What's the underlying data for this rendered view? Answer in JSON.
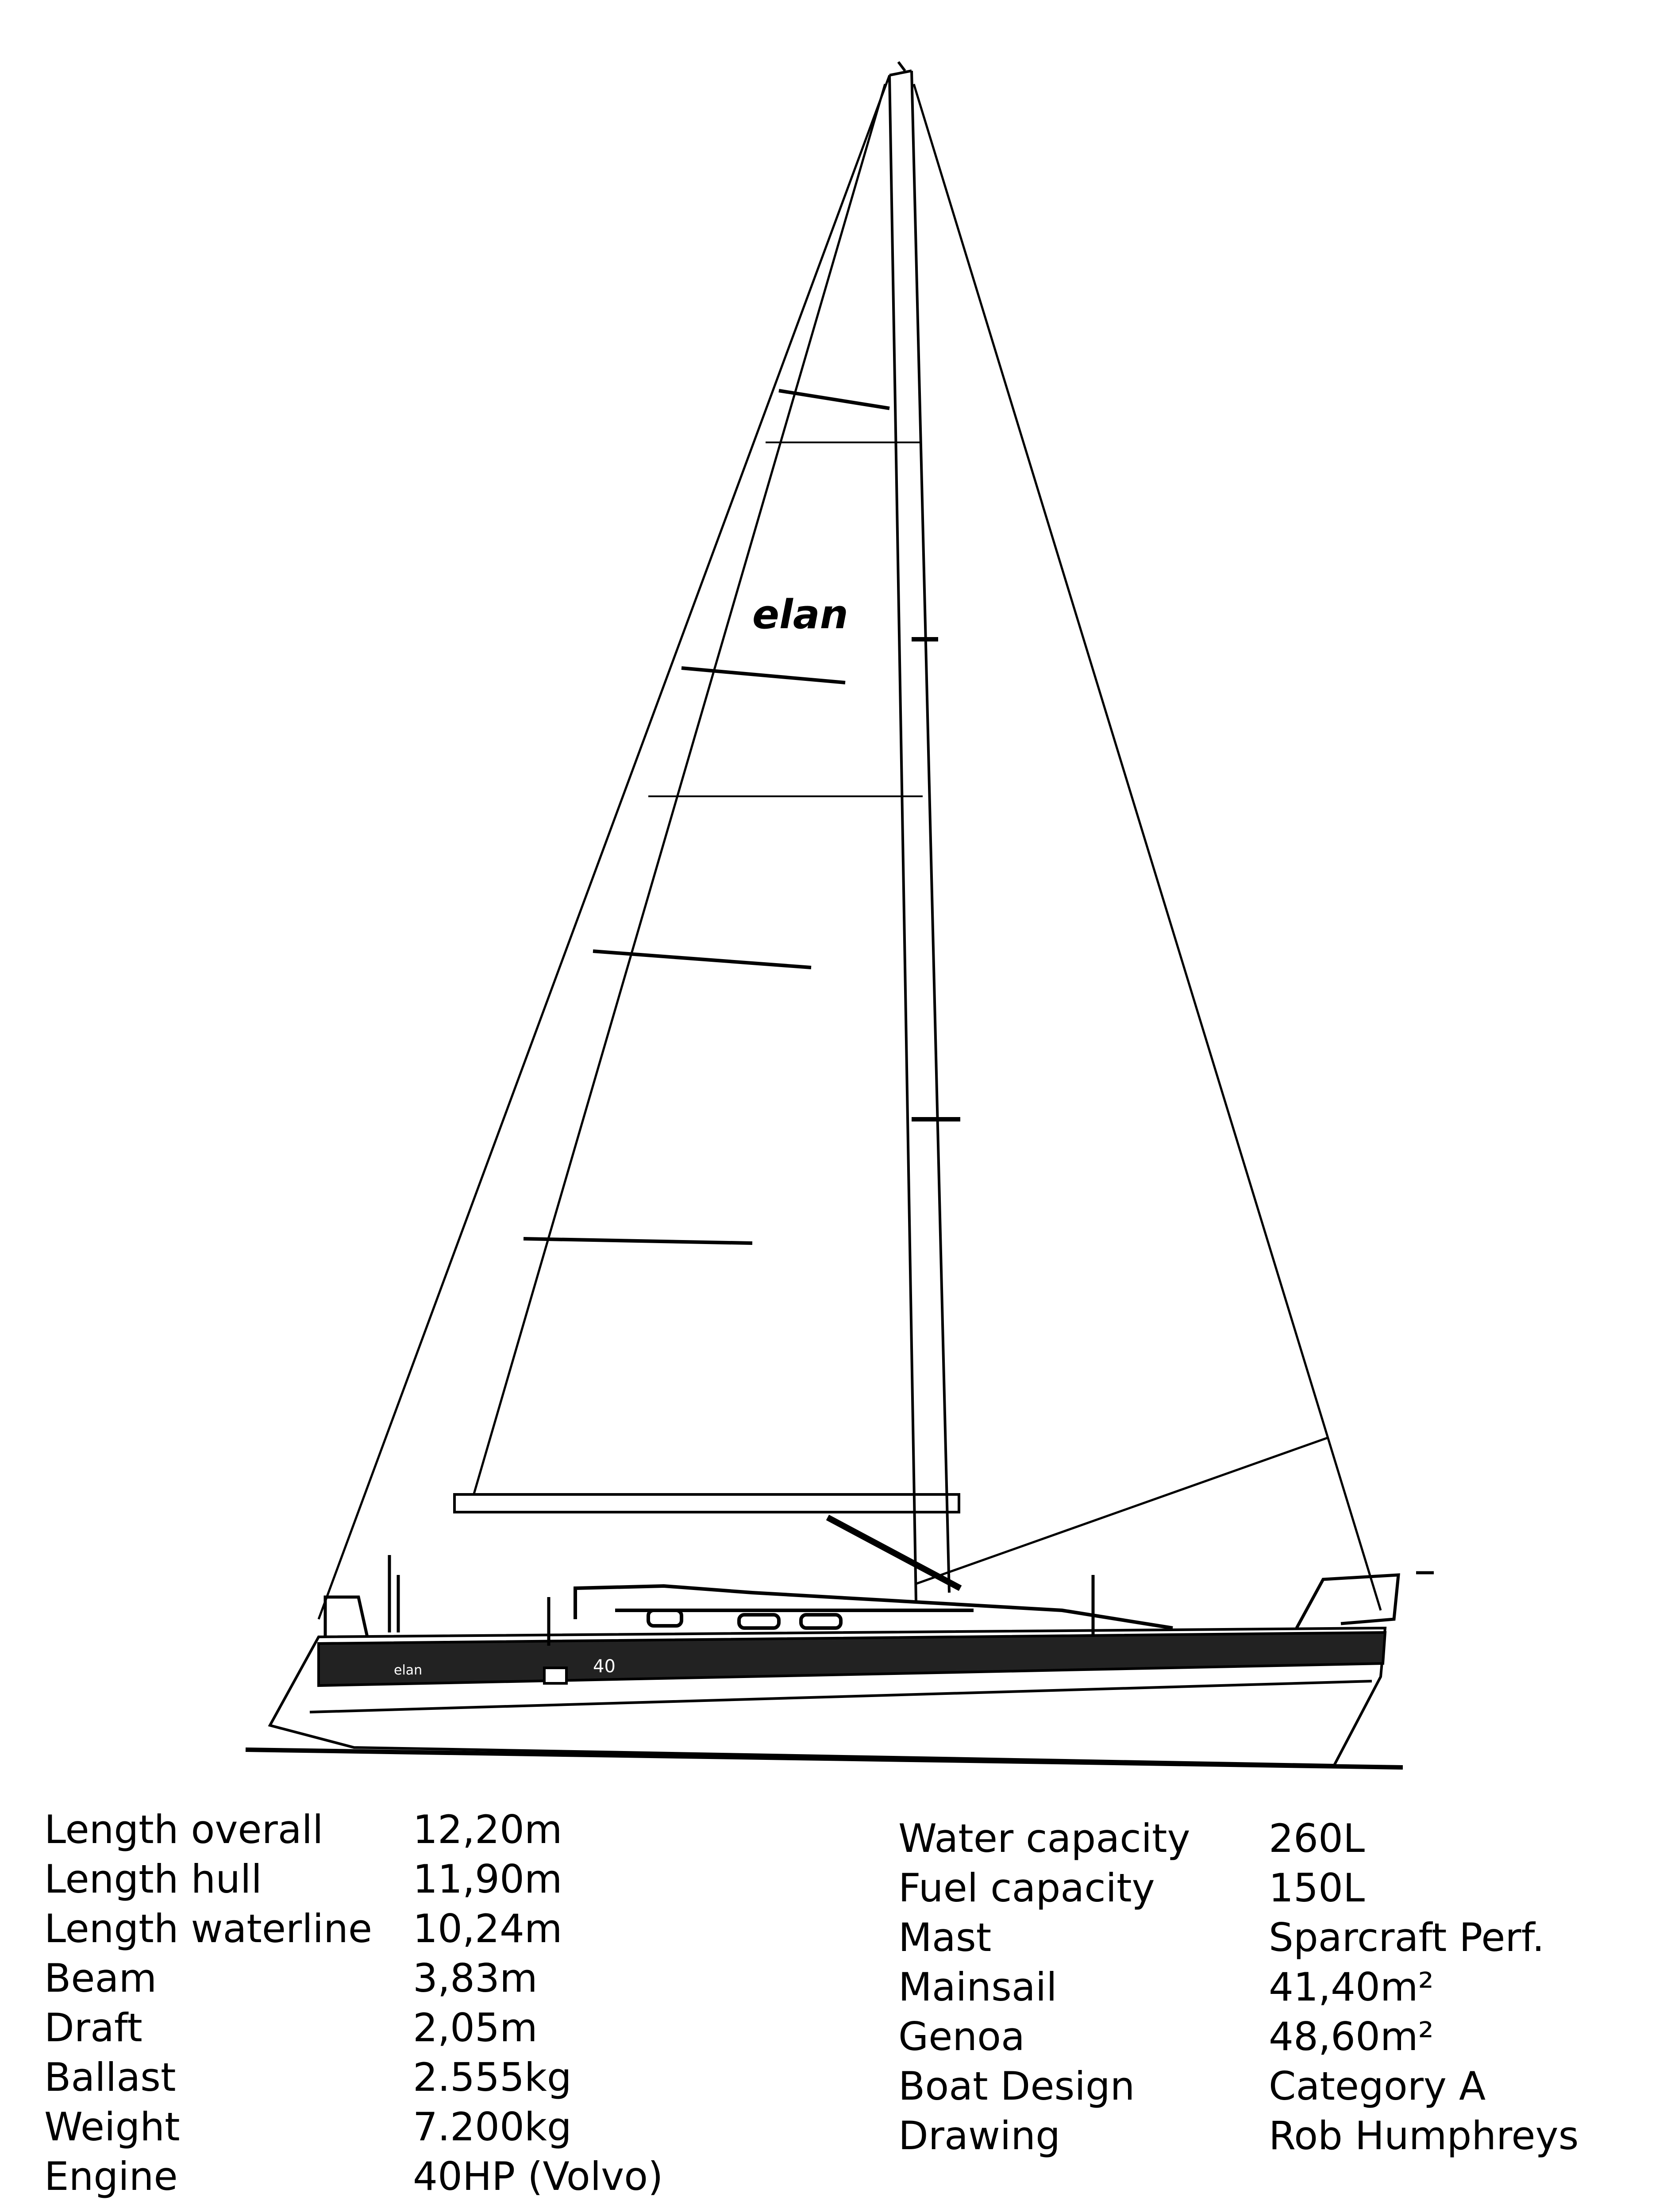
{
  "drawing": {
    "sail_logo": "elan",
    "hull_logo": "elan",
    "hull_model": "40",
    "line_color": "#000000",
    "background": "#ffffff"
  },
  "specs_left": [
    {
      "label": "Length overall",
      "value": "12,20m"
    },
    {
      "label": "Length hull",
      "value": "11,90m"
    },
    {
      "label": "Length waterline",
      "value": "10,24m"
    },
    {
      "label": "Beam",
      "value": "3,83m"
    },
    {
      "label": "Draft",
      "value": "2,05m"
    },
    {
      "label": "Ballast",
      "value": "2.555kg"
    },
    {
      "label": "Weight",
      "value": "7.200kg"
    },
    {
      "label": "Engine",
      "value": "40HP (Volvo)"
    }
  ],
  "specs_right": [
    {
      "label": "Water capacity",
      "value": "260L"
    },
    {
      "label": "Fuel capacity",
      "value": "150L"
    },
    {
      "label": "Mast",
      "value": "Sparcraft Perf."
    },
    {
      "label": "Mainsail",
      "value": "41,40m²"
    },
    {
      "label": "Genoa",
      "value": "48,60m²"
    },
    {
      "label": "Boat Design",
      "value": "Category A"
    },
    {
      "label": "Drawing",
      "value": "Rob Humphreys"
    }
  ]
}
